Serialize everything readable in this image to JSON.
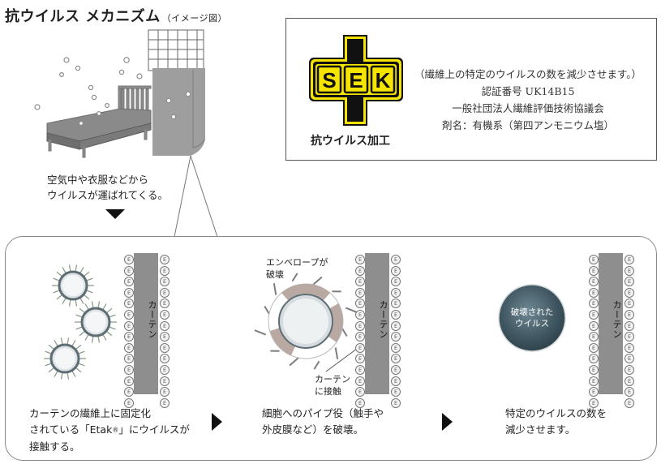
{
  "title": {
    "main": "抗ウイルス メカニズム",
    "sub": "（イメージ図）"
  },
  "room": {
    "caption_lines": [
      "空気中や衣服などから",
      "ウイルスが運ばれてくる。"
    ]
  },
  "certification": {
    "logo_text": "SEK",
    "logo_caption": "抗ウイルス加工",
    "lines": [
      "（繊維上の特定のウイルスの数を減少させます。）",
      "認証番号 UK14B15",
      "一般社団法人繊維評価技術協議会",
      "剤名：有機系（第四アンモニウム塩）"
    ],
    "colors": {
      "logo_yellow": "#f5e400",
      "logo_black": "#111111"
    }
  },
  "steps": [
    {
      "curtain_label": "カーテン",
      "caption_lines": [
        "カーテンの繊維上に固定化",
        "されている「Etak",
        "」にウイルスが",
        "接触する。"
      ],
      "registered_mark": "®"
    },
    {
      "curtain_label": "カーテン",
      "envelope_label_lines": [
        "エンベロープが",
        "破壊"
      ],
      "contact_label_lines": [
        "カーテン",
        "に接触"
      ],
      "caption_lines": [
        "細胞へのパイプ役（触手や",
        "外皮膜など）を破壊。"
      ]
    },
    {
      "curtain_label": "カーテン",
      "virus_label_lines": [
        "破壊された",
        "ウイルス"
      ],
      "caption_lines": [
        "特定のウイルスの数を",
        "減少させます。"
      ]
    }
  ],
  "curtain_marker_letter": "E",
  "icons": [
    "room-illustration",
    "sek-logo",
    "virus-icon",
    "arrow-right-icon",
    "arrow-down-icon"
  ]
}
